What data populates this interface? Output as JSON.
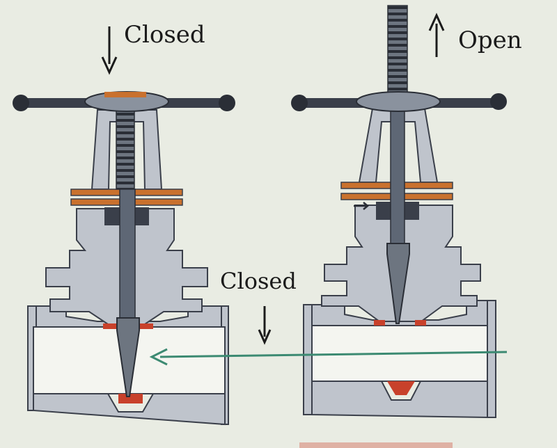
{
  "labels": {
    "closed_top": "Closed",
    "open": "Open",
    "closed_middle": "Closed"
  },
  "colors": {
    "background": "#e9ece3",
    "valve_body": "#bfc4cc",
    "outline": "#3a3f4a",
    "stem": "#5e6775",
    "gasket": "#c9712e",
    "seat": "#c8412b",
    "flow_arrow": "#3c8a72"
  },
  "icons": [
    "arrow-down-icon",
    "arrow-up-icon",
    "flow-arrow-icon"
  ]
}
